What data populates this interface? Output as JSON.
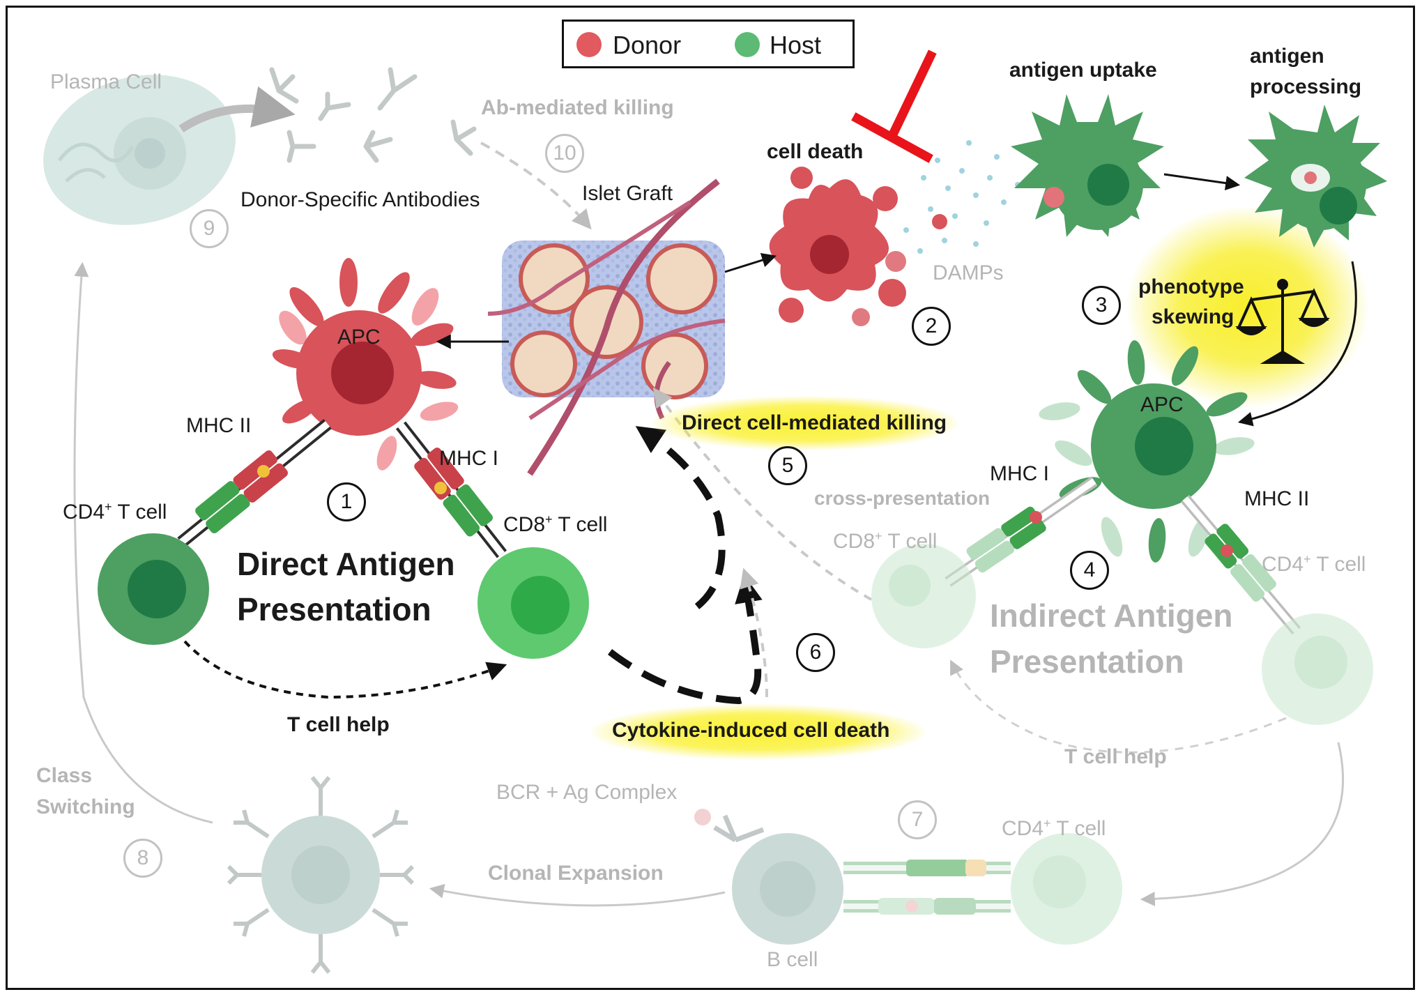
{
  "legend": {
    "items": [
      {
        "label": "Donor",
        "color": "#e05a5f"
      },
      {
        "label": "Host",
        "color": "#5dba74"
      }
    ]
  },
  "colors": {
    "donor_cell": "#d8535a",
    "donor_nucleus": "#a52630",
    "host_cell": "#4e9f62",
    "host_nucleus": "#1f7a46",
    "highlight": "#f8ee2c",
    "inhibit": "#e8141a"
  },
  "labels": {
    "plasma_cell": "Plasma Cell",
    "donor_specific_antibodies": "Donor-Specific Antibodies",
    "ab_mediated_killing": "Ab-mediated killing",
    "islet_graft": "Islet Graft",
    "cell_death": "cell death",
    "damps": "DAMPs",
    "antigen_uptake": "antigen uptake",
    "antigen_processing_1": "antigen",
    "antigen_processing_2": "processing",
    "phenotype_skewing_1": "phenotype",
    "phenotype_skewing_2": "skewing",
    "apc_donor": "APC",
    "apc_host": "APC",
    "mhc_ii_left": "MHC II",
    "mhc_i_left": "MHC I",
    "cd4_t_cell_left": "CD4",
    "cd8_t_cell_left": "CD8",
    "t_cell_suffix": " T cell",
    "sup_plus": "+",
    "direct_presentation_1": "Direct Antigen",
    "direct_presentation_2": "Presentation",
    "direct_killing": "Direct cell-mediated killing",
    "cytokine_death": "Cytokine-induced cell death",
    "t_cell_help_left": "T cell help",
    "cross_presentation": "cross-presentation",
    "mhc_i_right": "MHC I",
    "mhc_ii_right": "MHC II",
    "cd8_t_cell_right": "CD8",
    "cd4_t_cell_right": "CD4",
    "indirect_presentation_1": "Indirect Antigen",
    "indirect_presentation_2": "Presentation",
    "t_cell_help_right": "T cell help",
    "class_switching_1": "Class",
    "class_switching_2": "Switching",
    "bcr_complex": "BCR + Ag Complex",
    "clonal_expansion": "Clonal Expansion",
    "cd4_t_cell_bottom": "CD4",
    "b_cell": "B cell"
  },
  "steps": [
    "1",
    "2",
    "3",
    "4",
    "5",
    "6",
    "7",
    "8",
    "9",
    "10"
  ]
}
